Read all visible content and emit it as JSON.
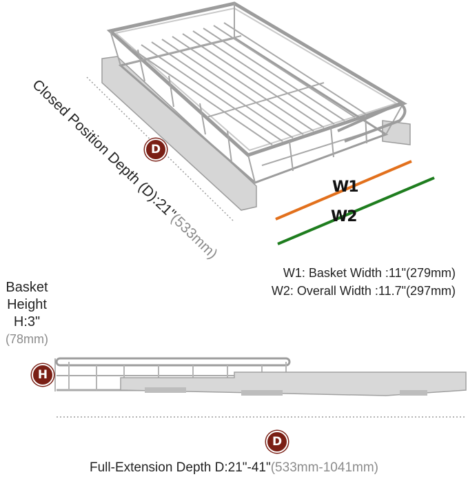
{
  "closed_depth": {
    "badge": "D",
    "label": "Closed Position Depth (D):21\"",
    "metric": "(533mm)"
  },
  "width_markers": {
    "w1": {
      "tag": "W1",
      "color": "#e2701c"
    },
    "w2": {
      "tag": "W2",
      "color": "#1e7d1e"
    }
  },
  "legend": {
    "w1": "W1: Basket Width :11\"(279mm)",
    "w2": "W2: Overall Width :11.7\"(297mm)"
  },
  "basket_height": {
    "line1": "Basket",
    "line2": "Height",
    "line3": "H:3\"",
    "metric": "(78mm)",
    "badge": "H"
  },
  "full_extension": {
    "badge": "D",
    "label": "Full-Extension Depth D:21\"-41\"",
    "metric": "(533mm-1041mm)"
  },
  "colors": {
    "badge_fill": "#7a1f15",
    "wire": "#9a9a9a",
    "rail": "#c9c9c9"
  }
}
